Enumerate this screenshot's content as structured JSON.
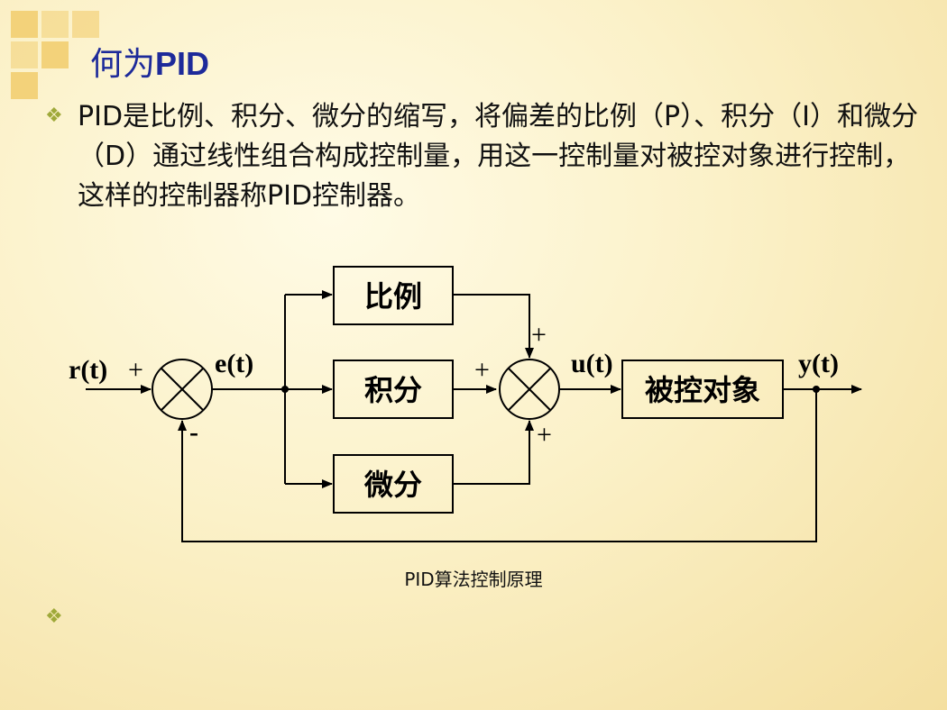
{
  "slide": {
    "title_prefix": "何为",
    "title_pid": "PID",
    "bullet_glyph": "❖",
    "paragraph": "PID是比例、积分、微分的缩写，将偏差的比例（P）、积分（I）和微分（D）通过线性组合构成控制量，用这一控制量对被控对象进行控制，这样的控制器称PID控制器。"
  },
  "diagram": {
    "blocks": {
      "proportional": "比例",
      "integral": "积分",
      "derivative": "微分",
      "plant": "被控对象"
    },
    "signals": {
      "reference": "r(t)",
      "error": "e(t)",
      "control": "u(t)",
      "output": "y(t)"
    },
    "signs": {
      "sum1_plus": "+",
      "sum1_minus": "-",
      "sum2_top": "+",
      "sum2_left": "+",
      "sum2_bottom": "+"
    },
    "caption": "PID算法控制原理"
  },
  "colors": {
    "title": "#1d2a9a",
    "bullet": "#9fa93a",
    "decor": "#f3d27a"
  }
}
